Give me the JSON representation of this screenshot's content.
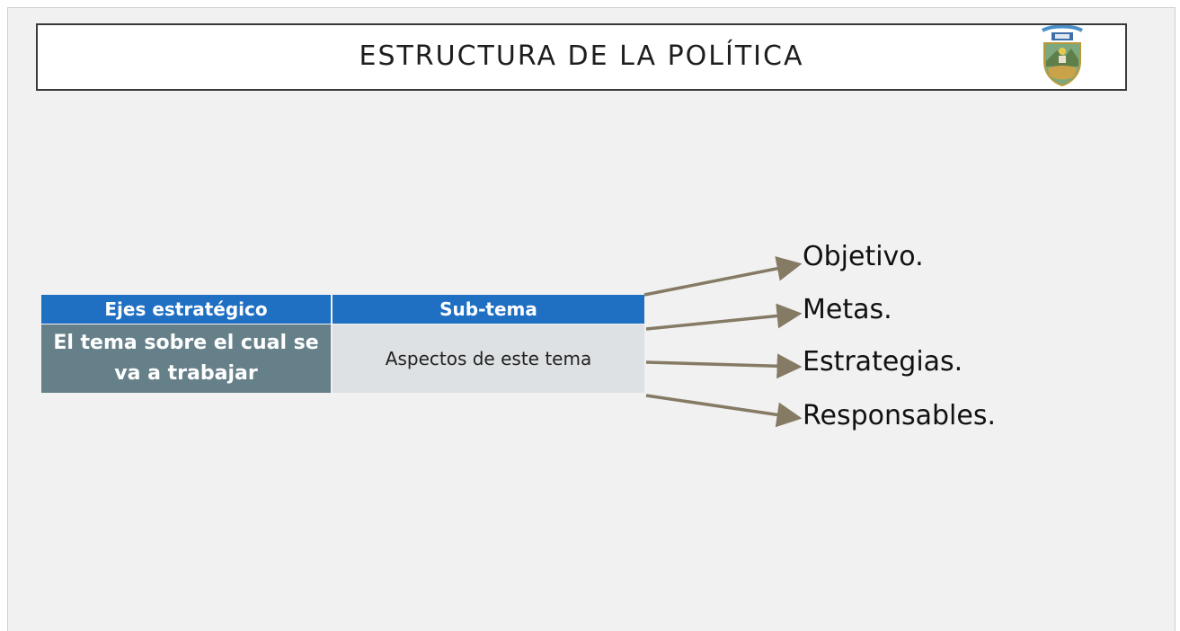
{
  "slide": {
    "title": "ESTRUCTURA DE LA POLÍTICA"
  },
  "table": {
    "headers": [
      "Ejes estratégico",
      "Sub-tema"
    ],
    "cells": [
      "El tema sobre el cual se va a trabajar",
      "Aspectos de este tema"
    ]
  },
  "branches": [
    "Objetivo.",
    "Metas.",
    "Estrategias.",
    "Responsables."
  ],
  "colors": {
    "header_bg": "#1f6fc3",
    "axis_cell_bg": "#66808a",
    "subtopic_cell_bg": "#dde1e3",
    "arrow": "#857a64"
  },
  "icons": {
    "logo": "municipal-coat-of-arms-icon"
  }
}
